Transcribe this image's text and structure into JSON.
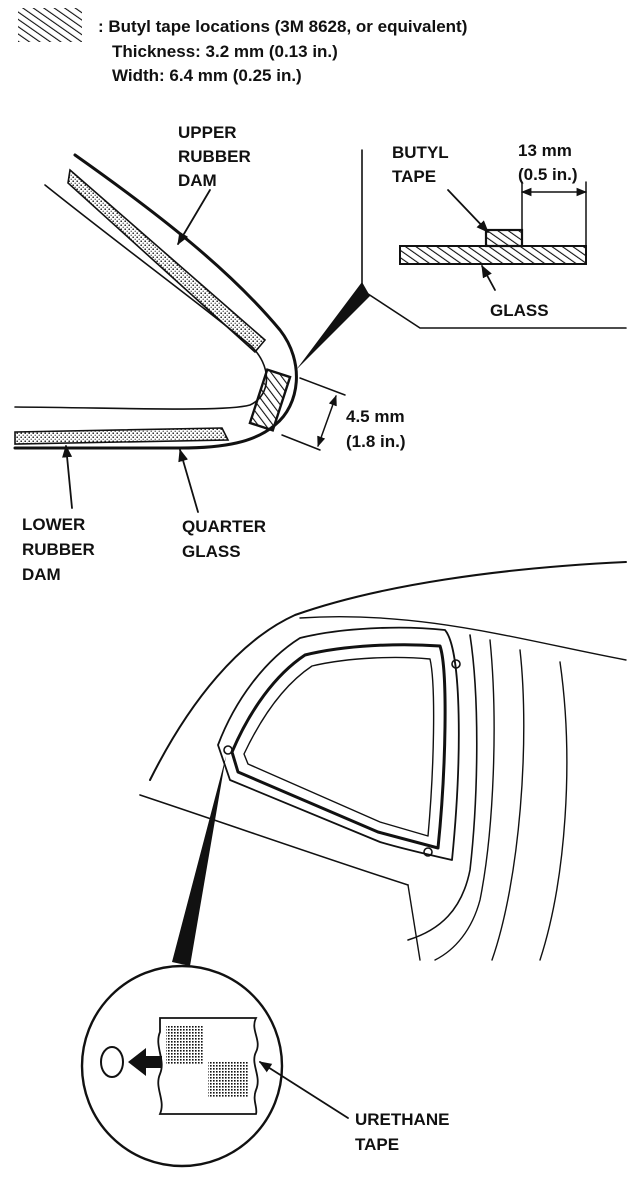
{
  "legend": {
    "line1": ": Butyl tape locations (3M 8628, or equivalent)",
    "line2": "Thickness: 3.2 mm (0.13 in.)",
    "line3": "Width: 6.4 mm (0.25 in.)"
  },
  "labels": {
    "upper_rubber_dam": [
      "UPPER",
      "RUBBER",
      "DAM"
    ],
    "butyl_tape": [
      "BUTYL",
      "TAPE"
    ],
    "width_dim": [
      "13 mm",
      "(0.5 in.)"
    ],
    "glass": "GLASS",
    "gap_dim": [
      "4.5 mm",
      "(1.8 in.)"
    ],
    "lower_rubber_dam": [
      "LOWER",
      "RUBBER",
      "DAM"
    ],
    "quarter_glass": [
      "QUARTER",
      "GLASS"
    ],
    "urethane_tape": [
      "URETHANE",
      "TAPE"
    ]
  },
  "colors": {
    "ink": "#111111",
    "paper": "#ffffff"
  }
}
